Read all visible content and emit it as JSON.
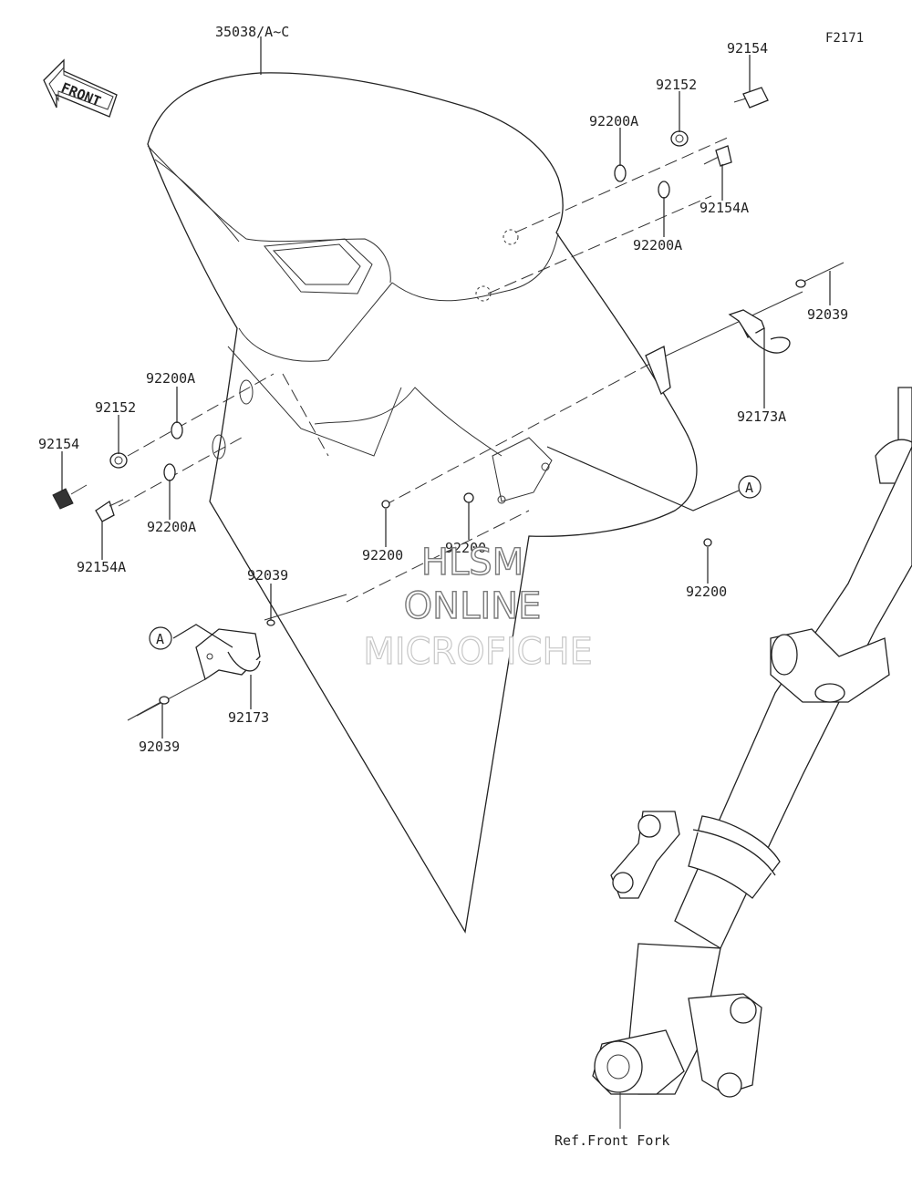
{
  "figure_code": "F2171",
  "front_label": "FRONT",
  "ref_label": "Ref.Front Fork",
  "callout_letter": "A",
  "watermark": [
    "HLSM",
    "ONLINE",
    "MICROFICHE"
  ],
  "parts": {
    "fender": "35038/A~C",
    "bolt_right": "92154",
    "collar_right": "92152",
    "washer_right_upper": "92200A",
    "screw_right": "92154A",
    "washer_right_lower": "92200A",
    "pin_right": "92039",
    "clamp_right": "92173A",
    "washer_left_upper": "92200A",
    "collar_left": "92152",
    "bolt_left": "92154",
    "washer_left_lower": "92200A",
    "screw_left": "92154A",
    "washer_center_1": "92200",
    "washer_center_2": "92200",
    "washer_center_3": "92200",
    "pin_left_upper": "92039",
    "clamp_left": "92173",
    "pin_left_lower": "92039"
  }
}
